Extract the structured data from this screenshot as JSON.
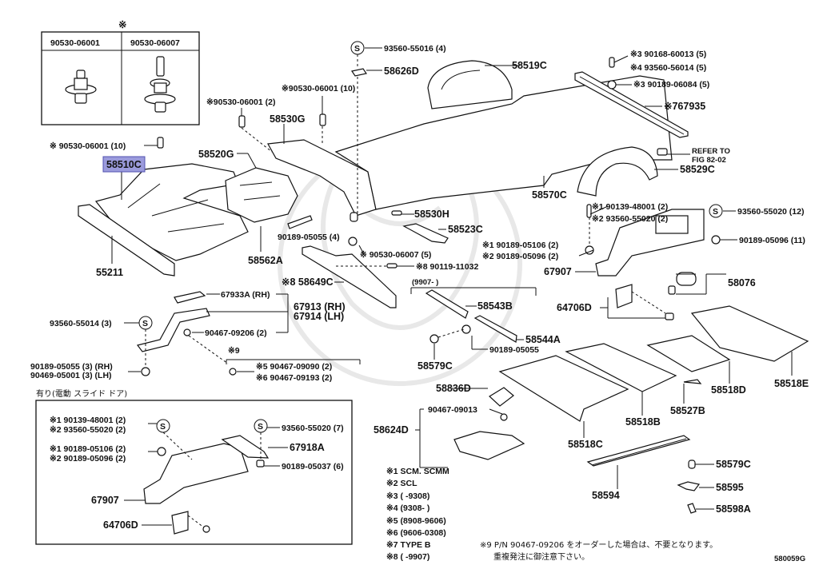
{
  "diagram": {
    "figure_id": "580059G",
    "highlighted_part": "58510C",
    "highlight_color": "#9b9bdc",
    "clip_table": {
      "mark": "※",
      "headers": [
        "90530-06001",
        "90530-06007"
      ]
    },
    "labels": {
      "l_90530_06001_10a": "※ 90530-06001 (10)",
      "l_58510C": "58510C",
      "l_90530_06001_2": "※90530-06001 (2)",
      "l_90530_06001_10b": "※90530-06001 (10)",
      "l_93560_55016": "93560-55016 (4)",
      "l_58626D": "58626D",
      "l_58530G": "58530G",
      "l_58520G": "58520G",
      "l_58519C": "58519C",
      "l_n3a": "※3 90168-60013 (5)",
      "l_n4": "※4 93560-56014 (5)",
      "l_n3b": "※3 90189-06084 (5)",
      "l_767935": "※767935",
      "l_refer1": "REFER TO",
      "l_refer2": "FIG 82-02",
      "l_58529C": "58529C",
      "l_58570C": "58570C",
      "l_58530H": "58530H",
      "l_58523C": "58523C",
      "l_90189_05055_4": "90189-05055 (4)",
      "l_90530_06007_5": "※  90530-06007 (5)",
      "l_90119": "※8 90119-11032",
      "l_58562A": "58562A",
      "l_55211": "55211",
      "l_58649C": "※8 58649C",
      "l_r1a": "※1 90139-48001 (2)",
      "l_r2a": "※2 93560-55020 (2)",
      "l_93560_55020_12": "93560-55020 (12)",
      "l_r1b": "※1 90189-05106 (2)",
      "l_r2b": "※2 90189-05096 (2)",
      "l_90189_05096_11": "90189-05096 (11)",
      "l_67907_main": "67907",
      "l_58076": "58076",
      "l_64706D_main": "64706D",
      "l_9907": "(9907-      )",
      "l_58543B": "58543B",
      "l_58544A": "58544A",
      "l_90189_05055": "90189-05055",
      "l_58579C_a": "58579C",
      "l_67933A": "67933A (RH)",
      "l_67913": "67913 (RH)",
      "l_67914": "67914 (LH)",
      "l_93560_55014": "93560-55014 (3)",
      "l_90467_09206": "90467-09206 (2)",
      "l_n9": "※9",
      "l_n5": "※5 90467-09090 (2)",
      "l_n6": "※6 90467-09193 (2)",
      "l_90189_05055_3": "90189-05055 (3) (RH)",
      "l_90469_05001_3": "90469-05001 (3) (LH)",
      "l_58836D": "58836D",
      "l_90467_09013": "90467-09013",
      "l_58624D": "58624D",
      "l_58518C": "58518C",
      "l_58518B": "58518B",
      "l_58527B": "58527B",
      "l_58518D": "58518D",
      "l_58518E": "58518E",
      "l_58594": "58594",
      "l_58579C_b": "58579C",
      "l_58595": "58595",
      "l_58598A": "58598A"
    },
    "inset": {
      "title": "有り(電動 スライド ドア)",
      "labels": {
        "i1a": "※1 90139-48001 (2)",
        "i2a": "※2 93560-55020 (2)",
        "i1b": "※1 90189-05106 (2)",
        "i2b": "※2 90189-05096 (2)",
        "i_93560_55020_7": "93560-55020 (7)",
        "i_67918A": "67918A",
        "i_90189_05037": "90189-05037 (6)",
        "i_67907": "67907",
        "i_64706D": "64706D"
      }
    },
    "notes": [
      "※1 SCM. SCMM",
      "※2 SCL",
      "※3 (      -9308)",
      "※4 (9308-      )",
      "※5 (8908-9606)",
      "※6 (9606-0308)",
      "※7 TYPE  B",
      "※8 (      -9907)"
    ],
    "footnote": {
      "line1": "※9 P/N 90467-09206 をオーダーした場合は、不要となります。",
      "line2": "重複発注に御注意下さい。"
    },
    "icons": {
      "s_symbol": "S"
    }
  }
}
